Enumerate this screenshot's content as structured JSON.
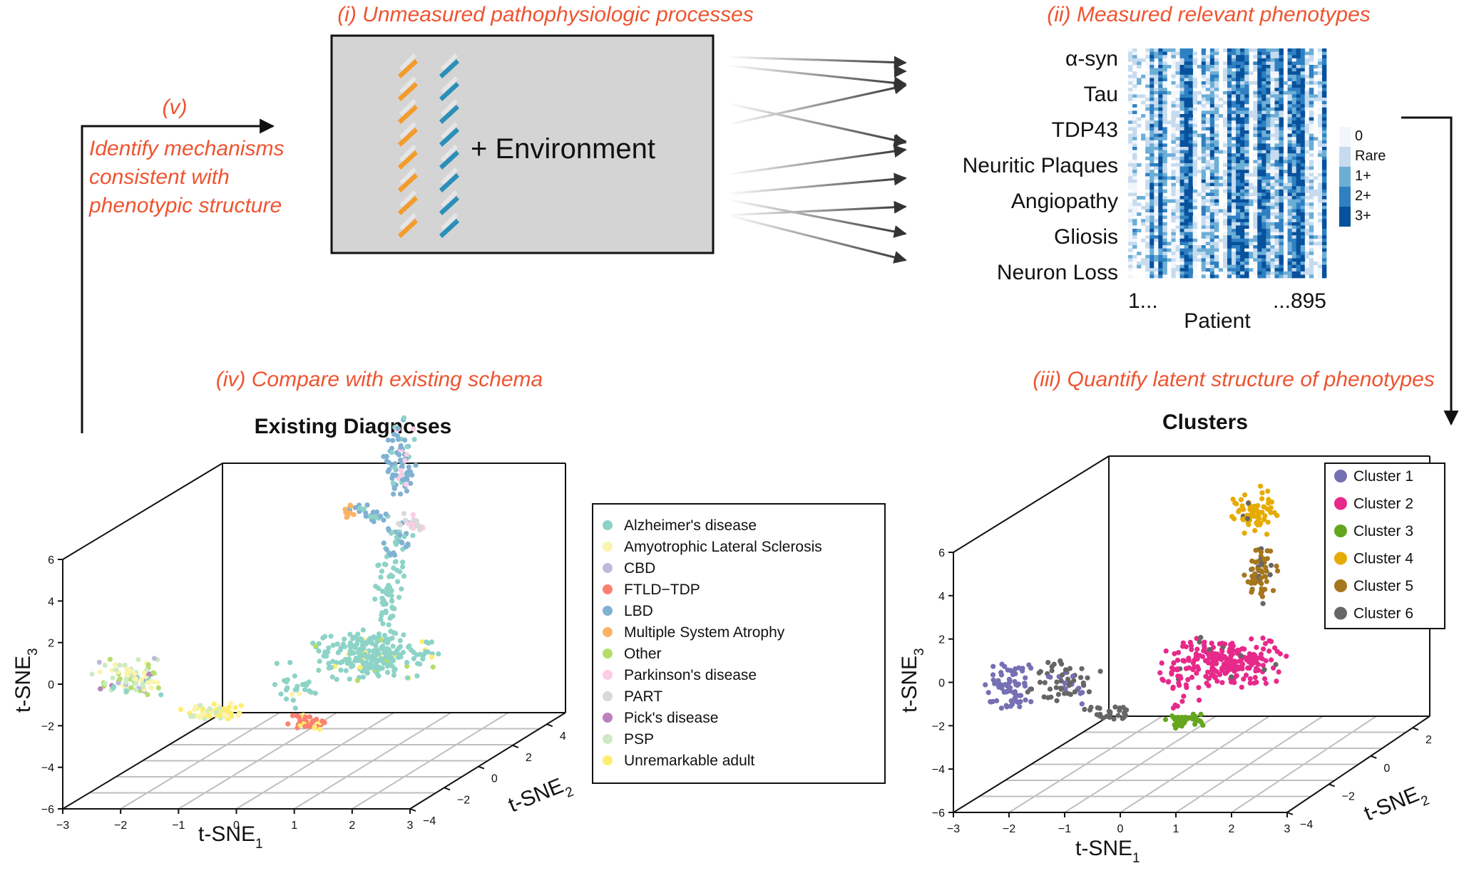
{
  "step1": {
    "title": "(i) Unmeasured pathophysiologic processes",
    "env_label": "+ Environment"
  },
  "step2": {
    "title": "(ii) Measured relevant phenotypes",
    "phenotypes": [
      "α-syn",
      "Tau",
      "TDP43",
      "Neuritic Plaques",
      "Angiopathy",
      "Gliosis",
      "Neuron Loss"
    ],
    "x_start": "1...",
    "x_end": "...895",
    "x_label": "Patient",
    "scale_levels": [
      "0",
      "Rare",
      "1+",
      "2+",
      "3+"
    ],
    "scale_colors": [
      "#f2f6fc",
      "#c6dbef",
      "#6baed6",
      "#2f80c2",
      "#08519c"
    ]
  },
  "step3": {
    "title": "(iii) Quantify latent structure of phenotypes"
  },
  "step4": {
    "title": "(iv) Compare with existing schema"
  },
  "step5": {
    "label": "(v)",
    "text_lines": [
      "Identify mechanisms",
      "consistent with",
      "phenotypic structure"
    ]
  },
  "plot_left": {
    "title": "Existing Diagnoses",
    "ticks_x": [
      "−3",
      "−2",
      "−1",
      "0",
      "1",
      "2",
      "3"
    ],
    "ticks_y": [
      "4",
      "2",
      "0",
      "−2",
      "−4"
    ],
    "ticks_z": [
      "6",
      "4",
      "2",
      "0",
      "−2",
      "−4",
      "−6"
    ],
    "axis_x": {
      "main": "t-SNE",
      "sub": "1"
    },
    "axis_y": {
      "main": "t-SNE",
      "sub": "2"
    },
    "axis_z": {
      "main": "t-SNE",
      "sub": "3"
    },
    "legend": [
      {
        "label": "Alzheimer's disease",
        "color": "#8dd3c7"
      },
      {
        "label": "Amyotrophic Lateral Sclerosis",
        "color": "#fbf4ad"
      },
      {
        "label": "CBD",
        "color": "#bebada"
      },
      {
        "label": "FTLD−TDP",
        "color": "#fb8072"
      },
      {
        "label": "LBD",
        "color": "#80b1d3"
      },
      {
        "label": "Multiple System Atrophy",
        "color": "#fdb462"
      },
      {
        "label": "Other",
        "color": "#b3de69"
      },
      {
        "label": "Parkinson's disease",
        "color": "#fccde5"
      },
      {
        "label": "PART",
        "color": "#d9d9d9"
      },
      {
        "label": "Pick's disease",
        "color": "#bc80bd"
      },
      {
        "label": "PSP",
        "color": "#ccebc5"
      },
      {
        "label": "Unremarkable adult",
        "color": "#ffed6f"
      }
    ]
  },
  "plot_right": {
    "title": "Clusters",
    "ticks_x": [
      "−3",
      "−2",
      "−1",
      "0",
      "1",
      "2",
      "3"
    ],
    "ticks_y": [
      "2",
      "0",
      "−2",
      "−4"
    ],
    "ticks_z": [
      "6",
      "4",
      "2",
      "0",
      "−2",
      "−4",
      "−6"
    ],
    "axis_x": {
      "main": "t-SNE",
      "sub": "1"
    },
    "axis_y": {
      "main": "t-SNE",
      "sub": "2"
    },
    "axis_z": {
      "main": "t-SNE",
      "sub": "3"
    },
    "legend": [
      {
        "label": "Cluster 1",
        "color": "#7570b3"
      },
      {
        "label": "Cluster 2",
        "color": "#e7298a"
      },
      {
        "label": "Cluster 3",
        "color": "#66a61e"
      },
      {
        "label": "Cluster 4",
        "color": "#e6ab02"
      },
      {
        "label": "Cluster 5",
        "color": "#a6761d"
      },
      {
        "label": "Cluster 6",
        "color": "#666666"
      }
    ]
  }
}
